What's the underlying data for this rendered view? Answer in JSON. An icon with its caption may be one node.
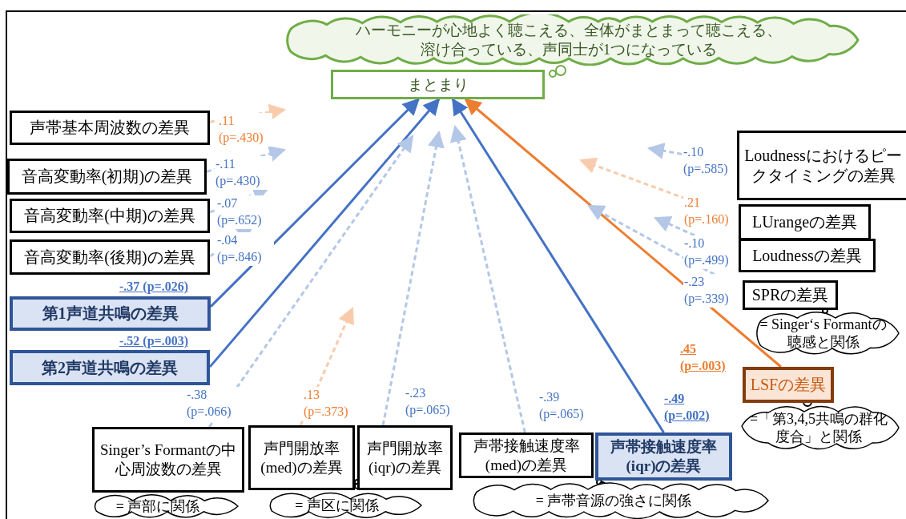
{
  "diagram": {
    "nodes": [
      {
        "text": [
          "ハーモニーが心地よく聴こえる、全体がまとまって聴こえる、溶け合っている、声同士が1つになっている"
        ]
      },
      {
        "text": [
          "まとまり"
        ]
      },
      {
        "text": [
          "声帯基本周波数の差異"
        ]
      },
      {
        "text": [
          "音高変動率(初期)の差異"
        ]
      },
      {
        "text": [
          "音高変動率(中期)の差異"
        ]
      },
      {
        "text": [
          "音高変動率(後期)の差異"
        ]
      },
      {
        "text": [
          "第1声道共鳴の差異"
        ]
      },
      {
        "text": [
          "第2声道共鳴の差異"
        ]
      },
      {
        "text": [
          "Loudnessにおけるピークタイミングの差異"
        ]
      },
      {
        "text": [
          "LUrangeの差異"
        ]
      },
      {
        "text": [
          "Loudnessの差異"
        ]
      },
      {
        "text": [
          "SPRの差異"
        ]
      },
      {
        "text": [
          "= Singer‘s Formantの聴感と関係"
        ]
      },
      {
        "text": [
          "LSFの差異"
        ]
      },
      {
        "text": [
          "=「第3,4,5共鳴の群化度合」と関係"
        ]
      },
      {
        "text": [
          "Singer’s Formantの中心周波数の差異"
        ]
      },
      {
        "text": [
          "声門開放率(med)の差異"
        ]
      },
      {
        "text": [
          "声門開放率(iqr)の差異"
        ]
      },
      {
        "text": [
          "声帯接触速度率(med)の差異"
        ]
      },
      {
        "text": [
          "声帯接触速度率(iqr)の差異"
        ]
      },
      {
        "text": [
          "= 声部に関係"
        ]
      },
      {
        "text": [
          "= 声区に関係"
        ]
      },
      {
        "text": [
          "= 声帯音源の強さに関係"
        ]
      }
    ],
    "edges": [
      {
        "from": 2,
        "to": null,
        "arrow": "to",
        "label": ".11 (p=.430)",
        "style": "dashed",
        "color": "#f8cbad"
      },
      {
        "from": 3,
        "to": null,
        "arrow": "to",
        "label": "-.11 (p=.430)",
        "style": "dashed"
      },
      {
        "from": 4,
        "to": null,
        "arrow": "to",
        "label": "-.07 (p=.652)",
        "style": "dashed"
      },
      {
        "from": 5,
        "to": null,
        "arrow": "to",
        "label": "-.04 (p=.846)",
        "style": "dashed"
      },
      {
        "from": 6,
        "to": 1,
        "arrow": "to",
        "label": "-.37 (p=.026)",
        "color": "#4472c4"
      },
      {
        "from": 7,
        "to": 1,
        "arrow": "to",
        "label": "-.52 (p=.003)",
        "color": "#4472c4"
      },
      {
        "from": 15,
        "to": null,
        "arrow": "to",
        "label": "-.38 (p=.066)",
        "style": "dashed"
      },
      {
        "from": 16,
        "to": null,
        "arrow": "to",
        "label": ".13 (p=.373)",
        "style": "dashed",
        "color": "#f8cbad"
      },
      {
        "from": 17,
        "to": null,
        "arrow": "to",
        "label": "-.23 (p=.065)",
        "style": "dashed"
      },
      {
        "from": 18,
        "to": null,
        "arrow": "to",
        "label": "-.39 (p=.065)",
        "style": "dashed"
      },
      {
        "from": 19,
        "to": 1,
        "arrow": "to",
        "label": "-.49 (p=.002)",
        "color": "#4472c4"
      },
      {
        "from": 13,
        "to": 1,
        "arrow": "to",
        "label": ".45 (p=.003)",
        "color": "#ed7d31"
      },
      {
        "from": 8,
        "to": null,
        "arrow": "to",
        "label": "-.10 (p=.585)",
        "style": "dashed"
      },
      {
        "from": 9,
        "to": null,
        "arrow": "to",
        "label": ".21 (p=.160)",
        "style": "dashed",
        "color": "#f8cbad"
      },
      {
        "from": 10,
        "to": null,
        "arrow": "to",
        "label": "-.10 (p=.499)",
        "style": "dashed"
      },
      {
        "from": 11,
        "to": null,
        "arrow": "to",
        "label": "-.23 (p=.339)",
        "style": "dashed"
      }
    ]
  }
}
